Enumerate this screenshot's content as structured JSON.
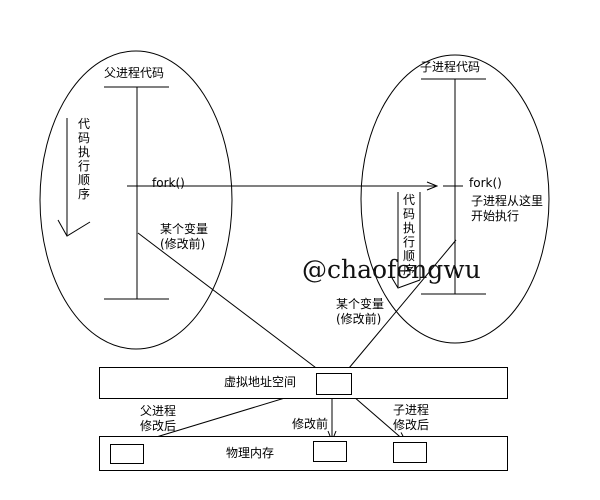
{
  "parent": {
    "title": "父进程代码",
    "order_label": "代码执行顺序",
    "fork": "fork()",
    "var_line1": "某个变量",
    "var_line2": "(修改前)"
  },
  "child": {
    "title": "子进程代码",
    "order_label": "代码执行顺序",
    "fork": "fork()",
    "start_line1": "子进程从这里",
    "start_line2": "开始执行",
    "var_line1": "某个变量",
    "var_line2": "(修改前)"
  },
  "watermark": "@chaofengwu",
  "virtual_space": {
    "label": "虚拟地址空间"
  },
  "physical_memory": {
    "label": "物理内存"
  },
  "labels": {
    "parent_after_line1": "父进程",
    "parent_after_line2": "修改后",
    "before": "修改前",
    "child_after_line1": "子进程",
    "child_after_line2": "修改后"
  }
}
